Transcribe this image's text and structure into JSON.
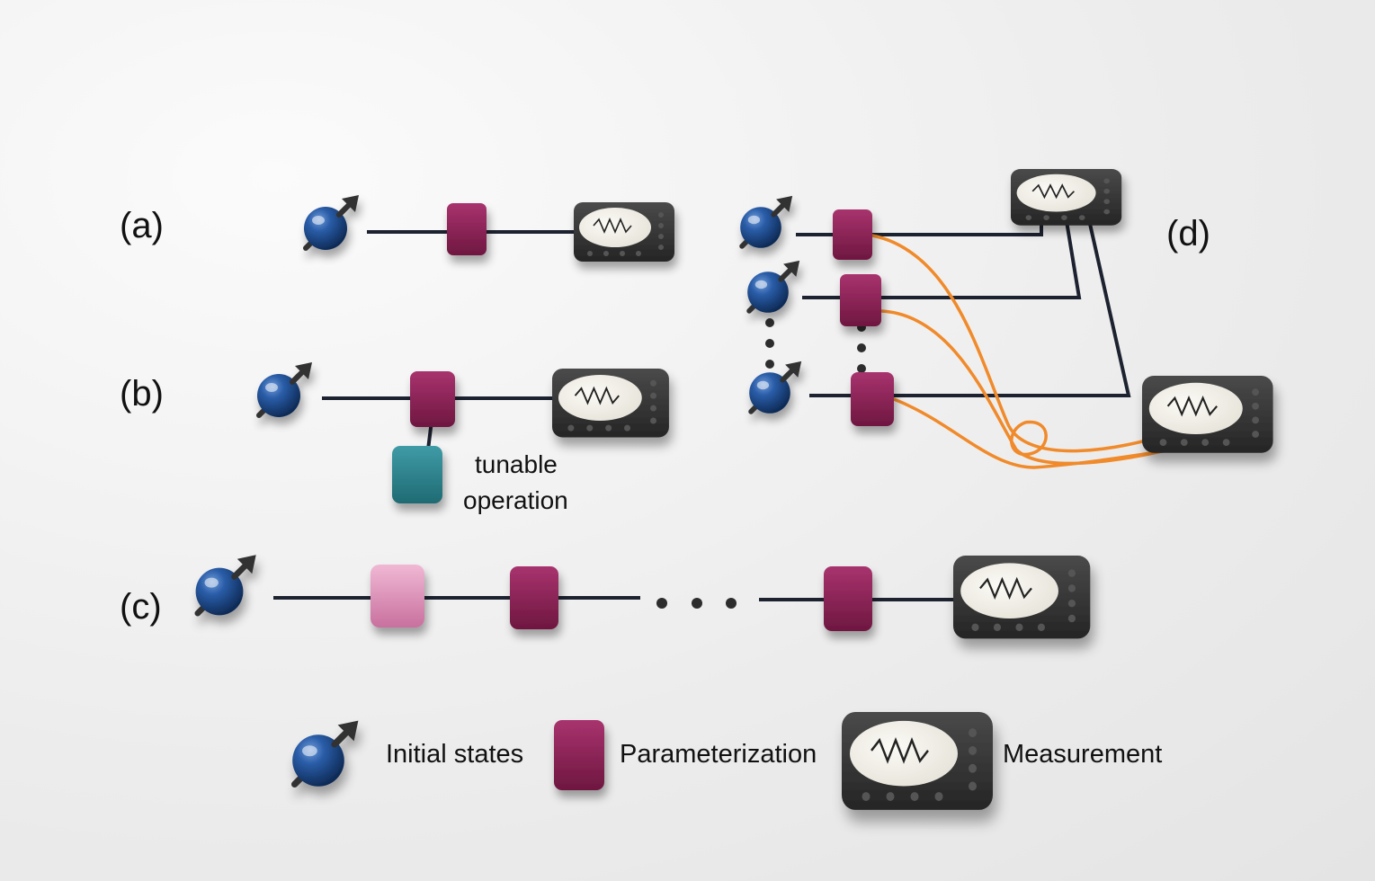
{
  "panels": {
    "a": "(a)",
    "b": "(b)",
    "c": "(c)",
    "d": "(d)"
  },
  "annotations": {
    "tunable_line1": "tunable",
    "tunable_line2": "operation"
  },
  "legend": {
    "initial_states": "Initial states",
    "parameterization": "Parameterization",
    "measurement": "Measurement"
  },
  "colors": {
    "qubit_blue": "#1c4f8f",
    "param_magenta": "#8e2457",
    "param_light_pink": "#e39ac0",
    "tunable_teal": "#2d8590",
    "device_dark": "#3a3a3a",
    "fiber_orange": "#f08a2a",
    "wire_dark": "#1d2230"
  },
  "icons": {
    "qubit": "spin-qubit-icon",
    "param": "param-block-icon",
    "meter": "measurement-device-icon"
  }
}
